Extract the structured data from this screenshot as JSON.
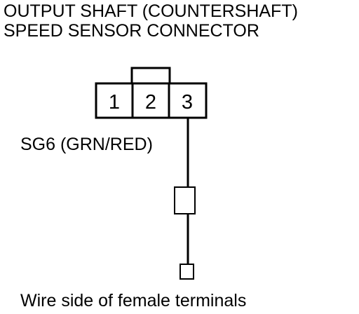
{
  "title": {
    "line1": "OUTPUT SHAFT (COUNTERSHAFT)",
    "line2": "SPEED SENSOR CONNECTOR"
  },
  "connector": {
    "pins": [
      "1",
      "2",
      "3"
    ]
  },
  "wire": {
    "label": "SG6 (GRN/RED)"
  },
  "caption": "Wire side of female terminals",
  "colors": {
    "ink": "#000000",
    "background": "#ffffff"
  }
}
